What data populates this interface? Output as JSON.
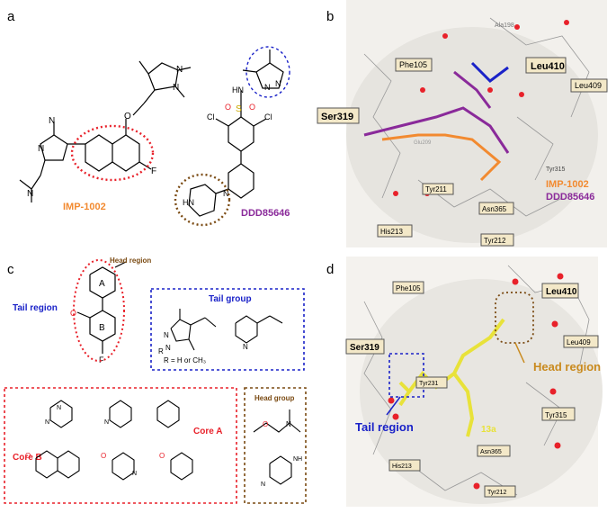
{
  "panels": {
    "a": {
      "label": "a",
      "compound1_name": "IMP-1002",
      "compound2_name": "DDD85646",
      "atoms": {
        "N": "N",
        "O": "O",
        "F": "F",
        "Cl": "Cl",
        "S": "S",
        "HN": "HN",
        "N_H": "N"
      }
    },
    "b": {
      "label": "b",
      "residues": [
        "Ala198",
        "Phe105",
        "Leu410",
        "Leu409",
        "Ser319",
        "Tyr315",
        "Tyr211",
        "Asn365",
        "His213",
        "Tyr212"
      ],
      "legend1": "IMP-1002",
      "legend2": "DDD85646",
      "faint": "Glu209"
    },
    "c": {
      "label": "c",
      "head_region": "Head region",
      "tail_region": "Tail region",
      "ring_a": "A",
      "ring_b": "B",
      "tail_group": "Tail group",
      "r_note": "R = H or CH₃",
      "core_a": "Core A",
      "core_b": "Core B",
      "head_group": "Head group",
      "atoms": {
        "N": "N",
        "O": "O",
        "F": "F",
        "R": "R",
        "NH": "NH"
      }
    },
    "d": {
      "label": "d",
      "residues": [
        "Phe105",
        "Leu410",
        "Leu409",
        "Ser319",
        "Tyr231",
        "Tyr315",
        "Asn365",
        "His213",
        "Tyr212"
      ],
      "head_region": "Head region",
      "tail_region": "Tail region",
      "ligand_id": "13a"
    }
  },
  "colors": {
    "red": "#e8212a",
    "blue": "#1a22c8",
    "brown": "#7a4a12",
    "orange": "#f28a30",
    "purple": "#8a2a9a",
    "yellow": "#e8e23a",
    "gold": "#c98a1e"
  }
}
